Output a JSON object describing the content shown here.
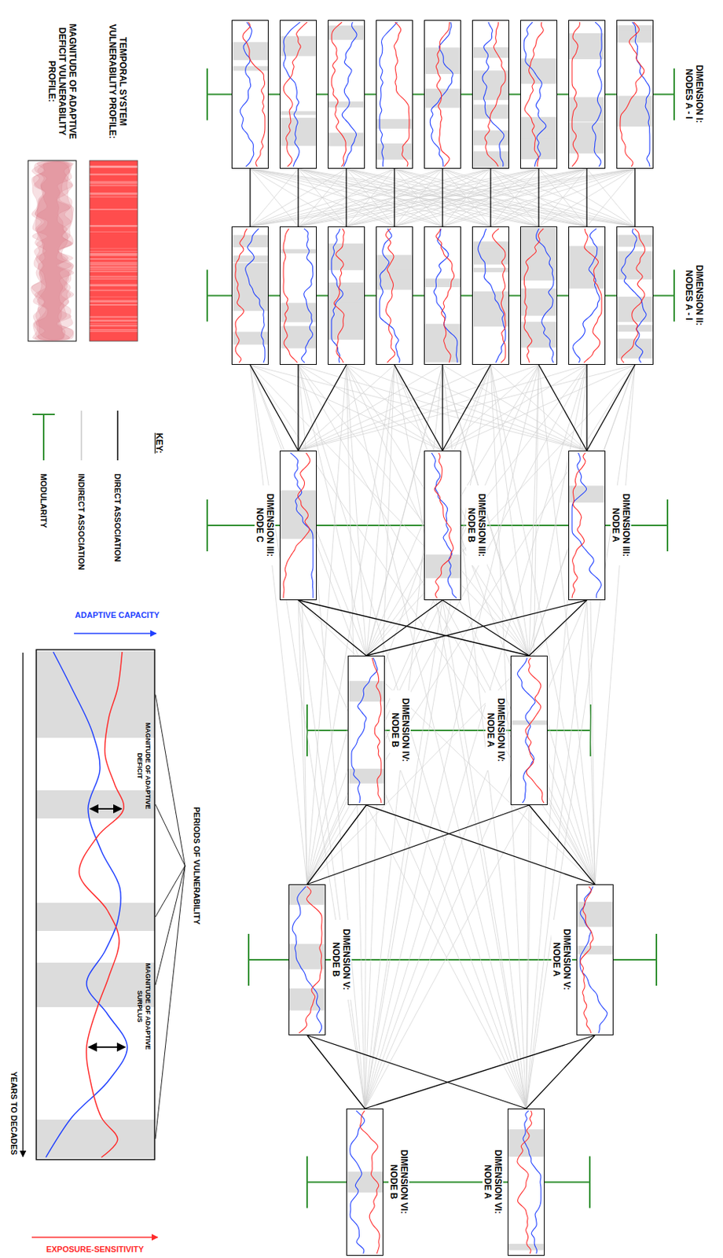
{
  "diagram": {
    "nodes": [
      {
        "text": []
      },
      {
        "text": []
      },
      {
        "text": []
      },
      {
        "text": []
      },
      {
        "text": []
      },
      {
        "text": []
      },
      {
        "text": []
      },
      {
        "text": []
      },
      {
        "text": []
      },
      {
        "text": []
      },
      {
        "text": []
      },
      {
        "text": []
      },
      {
        "text": []
      },
      {
        "text": []
      },
      {
        "text": []
      },
      {
        "text": []
      },
      {
        "text": []
      },
      {
        "text": []
      },
      {
        "text": [
          "DIMENSION III: NODE A"
        ]
      },
      {
        "text": [
          "DIMENSION III: NODE B"
        ]
      },
      {
        "text": [
          "DIMENSION III: NODE C"
        ]
      },
      {
        "text": [
          "DIMENSION IV: NODE A"
        ]
      },
      {
        "text": [
          "DIMENSION IV: NODE B"
        ]
      },
      {
        "text": [
          "DIMENSION V: NODE A"
        ]
      },
      {
        "text": [
          "DIMENSION V: NODE B"
        ]
      },
      {
        "text": [
          "DIMENSION VI: NODE A"
        ]
      },
      {
        "text": [
          "DIMENSION VI: NODE B"
        ]
      }
    ],
    "edges": [
      {
        "from": 0,
        "to": 9,
        "arrow": "none"
      },
      {
        "from": 1,
        "to": 10,
        "arrow": "none"
      },
      {
        "from": 2,
        "to": 11,
        "arrow": "none"
      },
      {
        "from": 3,
        "to": 12,
        "arrow": "none"
      },
      {
        "from": 4,
        "to": 13,
        "arrow": "none"
      },
      {
        "from": 5,
        "to": 14,
        "arrow": "none"
      },
      {
        "from": 6,
        "to": 15,
        "arrow": "none"
      },
      {
        "from": 7,
        "to": 16,
        "arrow": "none"
      },
      {
        "from": 8,
        "to": 17,
        "arrow": "none"
      },
      {
        "from": 9,
        "to": 18,
        "arrow": "none"
      },
      {
        "from": 10,
        "to": 18,
        "arrow": "none"
      },
      {
        "from": 11,
        "to": 18,
        "arrow": "none"
      },
      {
        "from": 12,
        "to": 19,
        "arrow": "none"
      },
      {
        "from": 13,
        "to": 19,
        "arrow": "none"
      },
      {
        "from": 14,
        "to": 19,
        "arrow": "none"
      },
      {
        "from": 15,
        "to": 20,
        "arrow": "none"
      },
      {
        "from": 16,
        "to": 20,
        "arrow": "none"
      },
      {
        "from": 17,
        "to": 20,
        "arrow": "none"
      },
      {
        "from": 18,
        "to": 21,
        "arrow": "none"
      },
      {
        "from": 18,
        "to": 22,
        "arrow": "none"
      },
      {
        "from": 19,
        "to": 21,
        "arrow": "none"
      },
      {
        "from": 19,
        "to": 22,
        "arrow": "none"
      },
      {
        "from": 20,
        "to": 21,
        "arrow": "none"
      },
      {
        "from": 20,
        "to": 22,
        "arrow": "none"
      },
      {
        "from": 21,
        "to": 23,
        "arrow": "none"
      },
      {
        "from": 21,
        "to": 24,
        "arrow": "none"
      },
      {
        "from": 22,
        "to": 23,
        "arrow": "none"
      },
      {
        "from": 22,
        "to": 24,
        "arrow": "none"
      },
      {
        "from": 23,
        "to": 25,
        "arrow": "none"
      },
      {
        "from": 23,
        "to": 26,
        "arrow": "none"
      },
      {
        "from": 24,
        "to": 25,
        "arrow": "none"
      },
      {
        "from": 24,
        "to": 26,
        "arrow": "none"
      }
    ],
    "labels": [
      "DIMENSION I: NODES A - I",
      "DIMENSION II: NODES A - I",
      "KEY:",
      "PERIODS OF VULNERABILITY",
      "MAGNITUDE OF ADAPTIVE DEFICIT",
      "MAGNITUDE OF ADAPTIVE SURPLUS",
      "ADAPTIVE CAPACITY",
      "EXPOSURE-SENSITIVITY",
      "YEARS TO DECADES"
    ],
    "legend": [
      {
        "text": "TEMPORAL SYSTEM VULNERABILITY PROFILE:",
        "color": "#ff4d4d"
      },
      {
        "text": "MAGNITUDE OF ADAPTIVE DEFICIT VULNERABILITY PROFILE:"
      },
      {
        "text": "DIRECT ASSOCIATION"
      },
      {
        "text": "INDIRECT ASSOCIATION"
      },
      {
        "text": "MODULARITY"
      }
    ]
  }
}
